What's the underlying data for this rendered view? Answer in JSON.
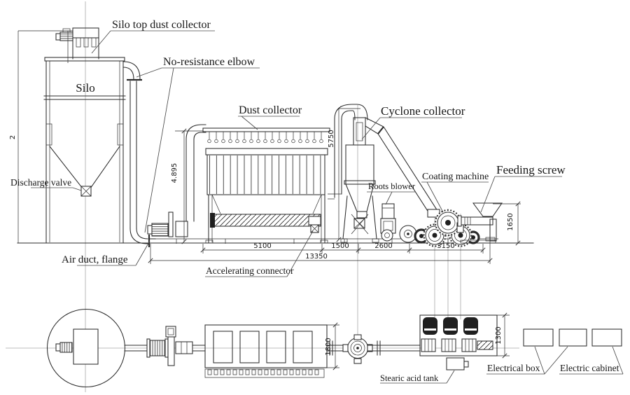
{
  "diagram": {
    "labels": {
      "silo_top_dust_collector": "Silo top dust collector",
      "no_resistance_elbow": "No-resistance elbow",
      "silo": "Silo",
      "dust_collector": "Dust collector",
      "cyclone_collector": "Cyclone collector",
      "roots_blower": "Roots blower",
      "coating_machine": "Coating machine",
      "feeding_screw": "Feeding screw",
      "discharge_valve": "Discharge valve",
      "air_duct_flange": "Air duct, flange",
      "accelerating_connector": "Accelerating connector",
      "stearic_acid_tank": "Stearic acid tank",
      "electrical_box": "Electrical box",
      "electric_cabinet": "Electric cabinet"
    },
    "dimensions": {
      "segment_1": "5100",
      "segment_2": "1500",
      "segment_3": "2600",
      "segment_4": "3150",
      "total_length": "13350",
      "dust_collector_height": "4.895",
      "cyclone_height": "5750",
      "feeding_screw_height": "1650",
      "dust_collector_plan_width": "1800",
      "coating_machine_plan_width": "1300",
      "left_edge_partial": "2"
    },
    "colors": {
      "line": "#2b2b2b",
      "centerline": "#a6a6a6",
      "leader": "#4a4a4a",
      "background": "#ffffff"
    }
  }
}
